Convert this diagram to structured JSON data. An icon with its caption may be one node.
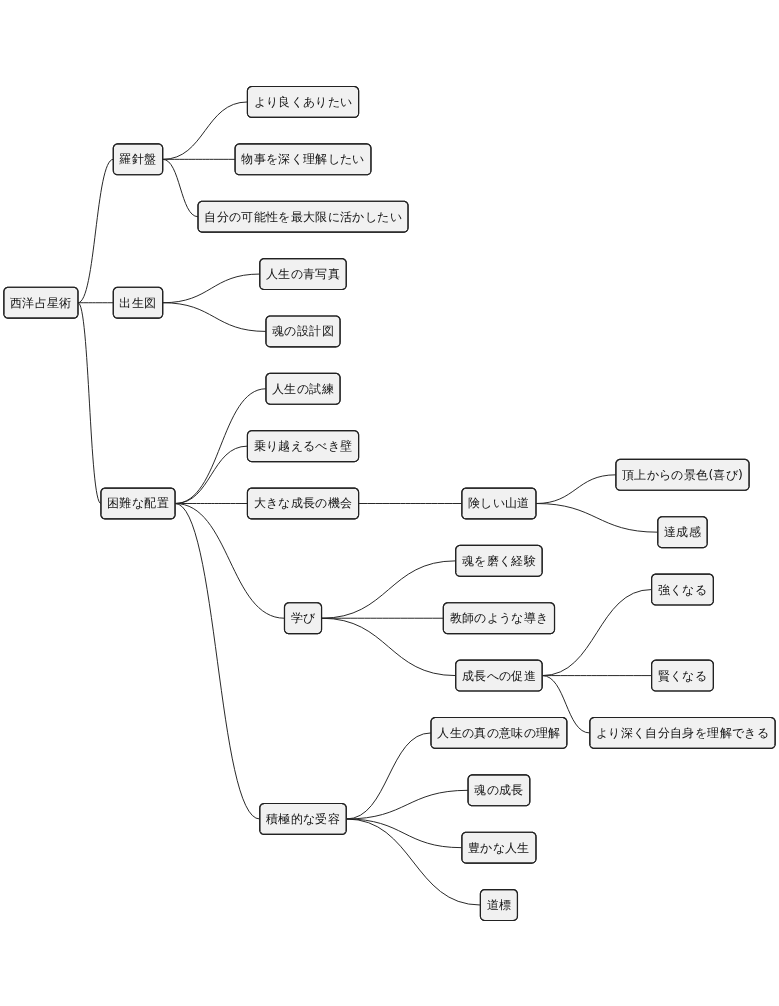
{
  "diagram": {
    "nodes": [
      {
        "text": [
          "西洋占星術"
        ]
      },
      {
        "text": [
          "羅針盤"
        ]
      },
      {
        "text": [
          "より良くありたい"
        ]
      },
      {
        "text": [
          "物事を深く理解したい"
        ]
      },
      {
        "text": [
          "自分の可能性を最大限に活かしたい"
        ]
      },
      {
        "text": [
          "出生図"
        ]
      },
      {
        "text": [
          "人生の青写真"
        ]
      },
      {
        "text": [
          "魂の設計図"
        ]
      },
      {
        "text": [
          "困難な配置"
        ]
      },
      {
        "text": [
          "人生の試練"
        ]
      },
      {
        "text": [
          "乗り越えるべき壁"
        ]
      },
      {
        "text": [
          "大きな成長の機会"
        ]
      },
      {
        "text": [
          "険しい山道"
        ]
      },
      {
        "text": [
          "頂上からの景色(喜び)"
        ]
      },
      {
        "text": [
          "達成感"
        ]
      },
      {
        "text": [
          "学び"
        ]
      },
      {
        "text": [
          "魂を磨く経験"
        ]
      },
      {
        "text": [
          "教師のような導き"
        ]
      },
      {
        "text": [
          "成長への促進"
        ]
      },
      {
        "text": [
          "強くなる"
        ]
      },
      {
        "text": [
          "賢くなる"
        ]
      },
      {
        "text": [
          "より深く自分自身を理解できる"
        ]
      },
      {
        "text": [
          "積極的な受容"
        ]
      },
      {
        "text": [
          "人生の真の意味の理解"
        ]
      },
      {
        "text": [
          "魂の成長"
        ]
      },
      {
        "text": [
          "豊かな人生"
        ]
      },
      {
        "text": [
          "道標"
        ]
      }
    ],
    "edges": [
      {
        "from": 0,
        "to": 1,
        "arrow": "none"
      },
      {
        "from": 1,
        "to": 2,
        "arrow": "none"
      },
      {
        "from": 1,
        "to": 3,
        "arrow": "none"
      },
      {
        "from": 1,
        "to": 4,
        "arrow": "none"
      },
      {
        "from": 0,
        "to": 5,
        "arrow": "none"
      },
      {
        "from": 5,
        "to": 6,
        "arrow": "none"
      },
      {
        "from": 5,
        "to": 7,
        "arrow": "none"
      },
      {
        "from": 0,
        "to": 8,
        "arrow": "none"
      },
      {
        "from": 8,
        "to": 9,
        "arrow": "none"
      },
      {
        "from": 8,
        "to": 10,
        "arrow": "none"
      },
      {
        "from": 8,
        "to": 11,
        "arrow": "none"
      },
      {
        "from": 11,
        "to": 12,
        "arrow": "none"
      },
      {
        "from": 12,
        "to": 13,
        "arrow": "none"
      },
      {
        "from": 12,
        "to": 14,
        "arrow": "none"
      },
      {
        "from": 8,
        "to": 15,
        "arrow": "none"
      },
      {
        "from": 15,
        "to": 16,
        "arrow": "none"
      },
      {
        "from": 15,
        "to": 17,
        "arrow": "none"
      },
      {
        "from": 15,
        "to": 18,
        "arrow": "none"
      },
      {
        "from": 18,
        "to": 19,
        "arrow": "none"
      },
      {
        "from": 18,
        "to": 20,
        "arrow": "none"
      },
      {
        "from": 18,
        "to": 21,
        "arrow": "none"
      },
      {
        "from": 8,
        "to": 22,
        "arrow": "none"
      },
      {
        "from": 22,
        "to": 23,
        "arrow": "none"
      },
      {
        "from": 22,
        "to": 24,
        "arrow": "none"
      },
      {
        "from": 22,
        "to": 25,
        "arrow": "none"
      },
      {
        "from": 22,
        "to": 26,
        "arrow": "none"
      }
    ]
  }
}
